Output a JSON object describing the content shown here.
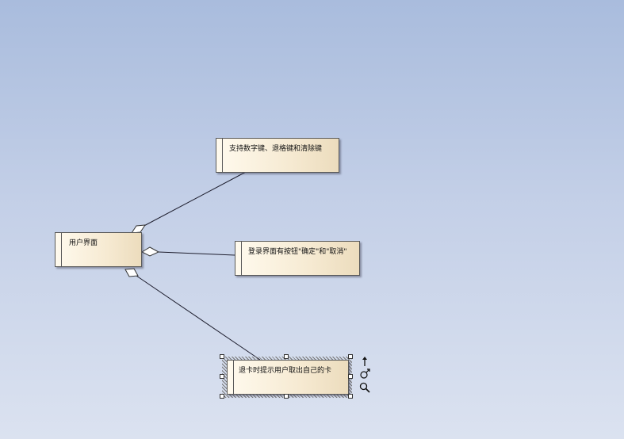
{
  "nodes": {
    "user_interface": {
      "label": "用户界面"
    },
    "keys_support": {
      "label": "支持数字键、退格键和清除键"
    },
    "login_buttons": {
      "label": "登录界面有按钮\"确定\"和\"取消\""
    },
    "eject_card": {
      "label": "退卡时提示用户取出自己的卡"
    }
  },
  "colors": {
    "node_fill_light": "#fffaee",
    "node_fill_dark": "#ecdcbd",
    "node_border": "#5a5a5a",
    "connector": "#1e1e2e",
    "background_top": "#a9bcdd",
    "background_bottom": "#dbe2f0"
  },
  "toolbar": {
    "icons": [
      "arrow-up-icon",
      "link-icon",
      "magnifier-icon"
    ]
  }
}
